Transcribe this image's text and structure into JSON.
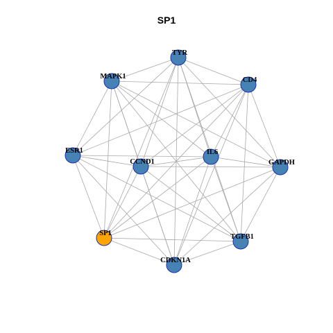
{
  "title": "SP1",
  "colors": {
    "node_default": "#4682b4",
    "node_highlight": "#ffa500",
    "node_border": "#1a2fb0",
    "edge": "#a8a8a8"
  },
  "nodes": [
    {
      "id": "TYR",
      "label": "TYR",
      "highlight": false
    },
    {
      "id": "MAPK1",
      "label": "MAPK1",
      "highlight": false
    },
    {
      "id": "CD4",
      "label": "CD4",
      "highlight": false
    },
    {
      "id": "ESR1",
      "label": "ESR1",
      "highlight": false
    },
    {
      "id": "CCND1",
      "label": "CCND1",
      "highlight": false
    },
    {
      "id": "IL6",
      "label": "IL6",
      "highlight": false
    },
    {
      "id": "GAPDH",
      "label": "GAPDH",
      "highlight": false
    },
    {
      "id": "SP1",
      "label": "SP1",
      "highlight": true
    },
    {
      "id": "TGFB1",
      "label": "TGFB1",
      "highlight": false
    },
    {
      "id": "CDKN1A",
      "label": "CDKN1A",
      "highlight": false
    }
  ],
  "edges": [
    [
      "TYR",
      "MAPK1"
    ],
    [
      "TYR",
      "CD4"
    ],
    [
      "TYR",
      "GAPDH"
    ],
    [
      "TYR",
      "IL6"
    ],
    [
      "TYR",
      "TGFB1"
    ],
    [
      "TYR",
      "CCND1"
    ],
    [
      "TYR",
      "SP1"
    ],
    [
      "TYR",
      "ESR1"
    ],
    [
      "TYR",
      "CDKN1A"
    ],
    [
      "MAPK1",
      "CD4"
    ],
    [
      "MAPK1",
      "ESR1"
    ],
    [
      "MAPK1",
      "SP1"
    ],
    [
      "MAPK1",
      "CCND1"
    ],
    [
      "MAPK1",
      "CDKN1A"
    ],
    [
      "MAPK1",
      "IL6"
    ],
    [
      "MAPK1",
      "GAPDH"
    ],
    [
      "MAPK1",
      "TGFB1"
    ],
    [
      "CD4",
      "ESR1"
    ],
    [
      "CD4",
      "CCND1"
    ],
    [
      "CD4",
      "IL6"
    ],
    [
      "CD4",
      "GAPDH"
    ],
    [
      "CD4",
      "TGFB1"
    ],
    [
      "CD4",
      "CDKN1A"
    ],
    [
      "CD4",
      "SP1"
    ],
    [
      "ESR1",
      "CCND1"
    ],
    [
      "ESR1",
      "IL6"
    ],
    [
      "ESR1",
      "SP1"
    ],
    [
      "ESR1",
      "CDKN1A"
    ],
    [
      "ESR1",
      "TGFB1"
    ],
    [
      "CCND1",
      "IL6"
    ],
    [
      "CCND1",
      "GAPDH"
    ],
    [
      "CCND1",
      "SP1"
    ],
    [
      "CCND1",
      "CDKN1A"
    ],
    [
      "CCND1",
      "TGFB1"
    ],
    [
      "IL6",
      "GAPDH"
    ],
    [
      "IL6",
      "SP1"
    ],
    [
      "IL6",
      "CDKN1A"
    ],
    [
      "IL6",
      "TGFB1"
    ],
    [
      "GAPDH",
      "SP1"
    ],
    [
      "GAPDH",
      "TGFB1"
    ],
    [
      "GAPDH",
      "CDKN1A"
    ],
    [
      "SP1",
      "TGFB1"
    ],
    [
      "SP1",
      "CDKN1A"
    ],
    [
      "TGFB1",
      "CDKN1A"
    ]
  ]
}
